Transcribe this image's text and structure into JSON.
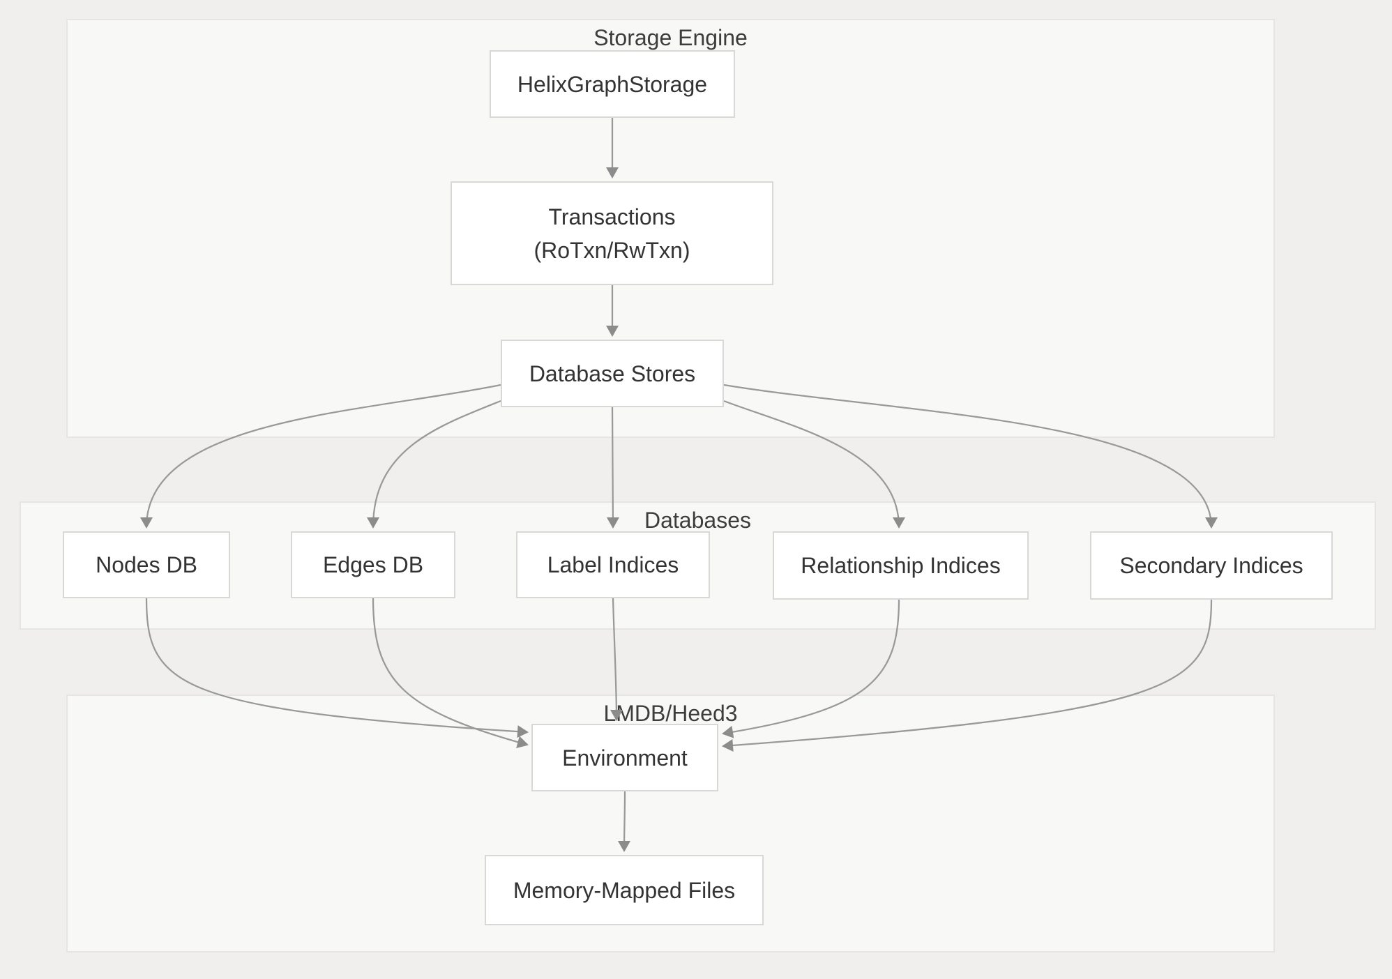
{
  "containers": {
    "storage_engine": {
      "label": "Storage Engine"
    },
    "databases": {
      "label": "Databases"
    },
    "lmdb": {
      "label": "LMDB/Heed3"
    }
  },
  "nodes": {
    "helix": {
      "label": "HelixGraphStorage"
    },
    "transactions": {
      "line1": "Transactions",
      "line2": "(RoTxn/RwTxn)"
    },
    "database_stores": {
      "label": "Database Stores"
    },
    "nodes_db": {
      "label": "Nodes DB"
    },
    "edges_db": {
      "label": "Edges DB"
    },
    "label_indices": {
      "label": "Label Indices"
    },
    "relationship_indices": {
      "label": "Relationship Indices"
    },
    "secondary_indices": {
      "label": "Secondary Indices"
    },
    "environment": {
      "label": "Environment"
    },
    "memory_mapped_files": {
      "label": "Memory-Mapped Files"
    }
  },
  "edges": [
    {
      "from": "helix",
      "to": "transactions"
    },
    {
      "from": "transactions",
      "to": "database_stores"
    },
    {
      "from": "database_stores",
      "to": "nodes_db"
    },
    {
      "from": "database_stores",
      "to": "edges_db"
    },
    {
      "from": "database_stores",
      "to": "label_indices"
    },
    {
      "from": "database_stores",
      "to": "relationship_indices"
    },
    {
      "from": "database_stores",
      "to": "secondary_indices"
    },
    {
      "from": "nodes_db",
      "to": "environment"
    },
    {
      "from": "edges_db",
      "to": "environment"
    },
    {
      "from": "label_indices",
      "to": "environment"
    },
    {
      "from": "relationship_indices",
      "to": "environment"
    },
    {
      "from": "secondary_indices",
      "to": "environment"
    },
    {
      "from": "environment",
      "to": "memory_mapped_files"
    }
  ],
  "colors": {
    "canvas": "#f0efed",
    "container_fill": "#f8f8f7",
    "container_border": "#e6e5e3",
    "node_fill": "#ffffff",
    "node_border": "#d9d8d6",
    "edge": "#999999",
    "arrowhead": "#8c8c8c",
    "node_text": "#333333",
    "title_text": "#3d3d3d"
  }
}
